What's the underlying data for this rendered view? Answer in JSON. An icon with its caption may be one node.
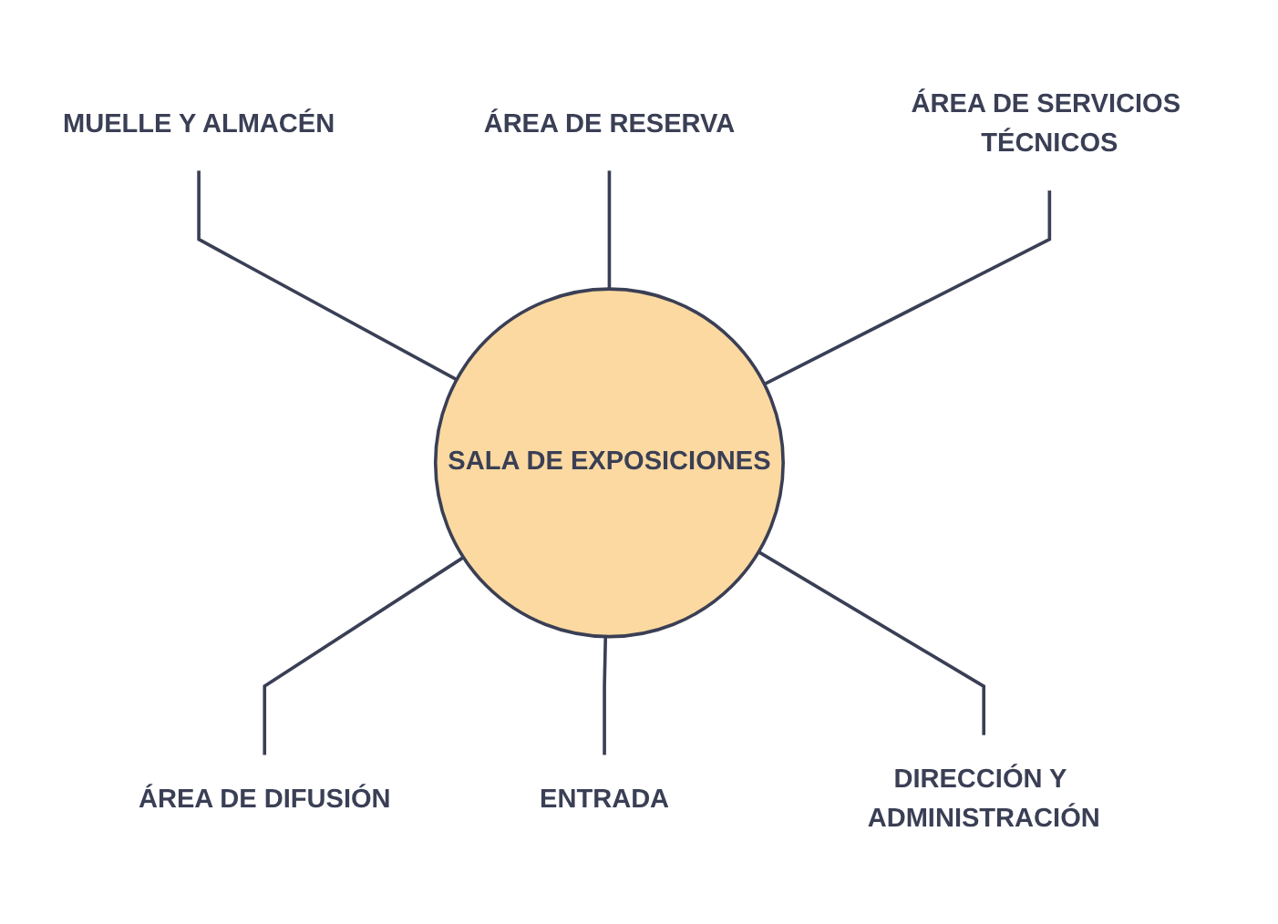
{
  "diagram": {
    "nodes": [
      {
        "text": [
          "MUELLE Y ALMACÉN"
        ]
      },
      {
        "text": [
          "ÁREA DE RESERVA"
        ]
      },
      {
        "text": [
          "ÁREA DE SERVICIOS TÉCNICOS"
        ]
      },
      {
        "text": [
          "SALA DE EXPOSICIONES"
        ]
      },
      {
        "text": [
          "ÁREA DE DIFUSIÓN"
        ]
      },
      {
        "text": [
          "ENTRADA"
        ]
      },
      {
        "text": [
          "DIRECCIÓN Y ADMINISTRACIÓN"
        ]
      }
    ],
    "edges": [
      {
        "from": 0,
        "to": 3,
        "arrow": "none"
      },
      {
        "from": 1,
        "to": 3,
        "arrow": "none"
      },
      {
        "from": 2,
        "to": 3,
        "arrow": "none"
      },
      {
        "from": 3,
        "to": 4,
        "arrow": "none"
      },
      {
        "from": 3,
        "to": 5,
        "arrow": "none"
      },
      {
        "from": 3,
        "to": 6,
        "arrow": "none"
      }
    ]
  }
}
